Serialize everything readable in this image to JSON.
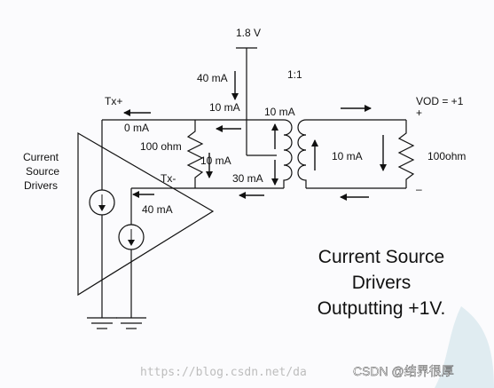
{
  "labels": {
    "supply": "1.8  V",
    "ratio": "1:1",
    "supply_current": "40 mA",
    "tx_plus": "Tx+",
    "tx_minus": "Tx-",
    "vod": "VOD = +1",
    "plus": "+",
    "minus": "–",
    "i_10_top_left": "10 mA",
    "i_10_top_right": "10 mA",
    "i_0": "0 mA",
    "r_100_left": "100 ohm",
    "i_10_mid": "10 mA",
    "i_30": "30 mA",
    "i_40_bottom": "40 mA",
    "i_10_secondary": "10 mA",
    "r_100_right": "100ohm",
    "driver_line1": "Current",
    "driver_line2": "Source",
    "driver_line3": "Drivers"
  },
  "caption": {
    "line1": "Current Source",
    "line2": "Drivers",
    "line3": "Outputting +1V."
  },
  "watermark": {
    "url": "https://blog.csdn.net/da",
    "brand": "CSDN @结界很厚"
  }
}
